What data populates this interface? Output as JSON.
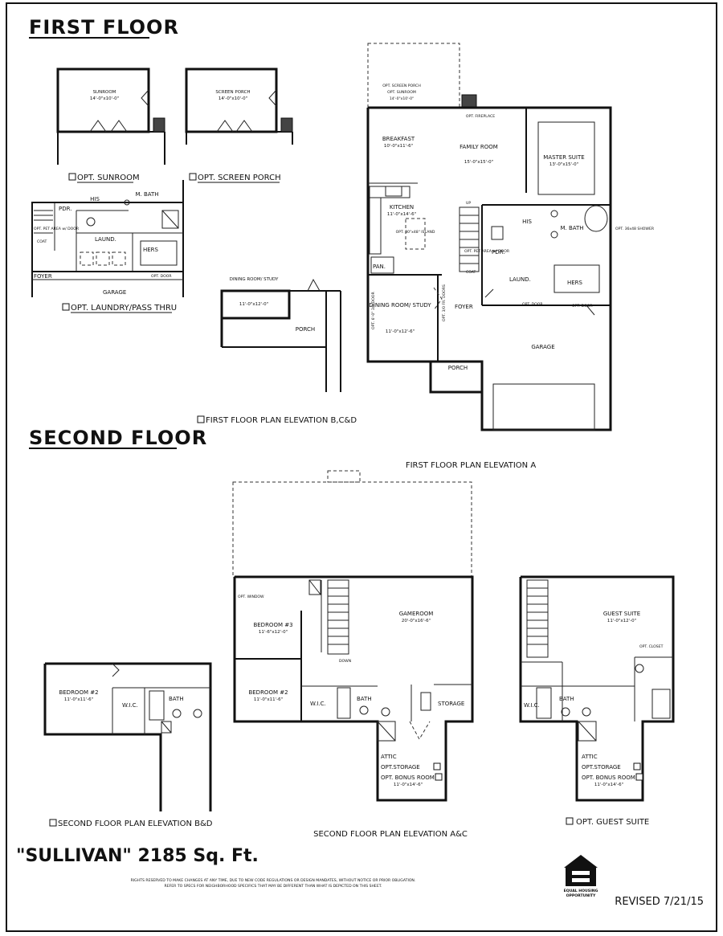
{
  "headers": {
    "first_floor": "FIRST FLOOR",
    "second_floor": "SECOND FLOOR"
  },
  "plan_name": "\"SULLIVAN\" 2185 Sq. Ft.",
  "revised": "REVISED 7/21/15",
  "disclaimer_1": "RIGHTS RESERVED TO MAKE CHANGES AT ANY TIME, DUE TO NEW CODE REGULATIONS OR DESIGN MANDATES, WITHOUT NOTICE OR PRIOR OBLIGATION.",
  "disclaimer_2": "REFER TO SPECS FOR NEIGHBORHOOD SPECIFICS THAT MAY BE DIFFERENT THAN WHAT IS DEPICTED ON THIS SHEET.",
  "logo_text_1": "EQUAL HOUSING",
  "logo_text_2": "OPPORTUNITY",
  "captions": {
    "opt_sunroom": "OPT. SUNROOM",
    "opt_screen_porch": "OPT. SCREEN PORCH",
    "opt_laundry": "OPT. LAUNDRY/PASS THRU",
    "elev_bcd": "FIRST FLOOR PLAN ELEVATION B,C&D",
    "elev_a": "FIRST FLOOR PLAN ELEVATION A",
    "second_bd": "SECOND FLOOR PLAN ELEVATION B&D",
    "second_ac": "SECOND FLOOR PLAN ELEVATION A&C",
    "opt_guest": "OPT. GUEST SUITE"
  },
  "rooms": {
    "sunroom": "SUNROOM",
    "sunroom_dim": "14'-0\"x10'-0\"",
    "screen_porch": "SCREEN PORCH",
    "screen_porch_dim": "14'-0\"x10'-0\"",
    "his": "HIS",
    "m_bath": "M. BATH",
    "pdr": "PDR.",
    "laundry": "LAUND.",
    "hers": "HERS",
    "foyer": "FOYER",
    "garage": "GARAGE",
    "opt_door": "OPT. DOOR",
    "opt_pet_area": "OPT. PET AREA w/ DOOR",
    "coat": "COAT",
    "dining_study": "DINING ROOM/ STUDY",
    "dining_study_dim": "11'-0\"x12'-0\"",
    "porch": "PORCH",
    "opt_screen_porch": "OPT. SCREEN PORCH",
    "opt_sunroom": "OPT. SUNROOM",
    "opt_sunroom_dim": "14'-0\"x10'-0\"",
    "opt_fireplace": "OPT. FIREPLACE",
    "breakfast": "BREAKFAST",
    "breakfast_dim": "10'-0\"x11'-6\"",
    "family_room": "FAMILY ROOM",
    "family_room_dim": "15'-0\"x15'-0\"",
    "master_suite": "MASTER SUITE",
    "master_suite_dim": "13'-0\"x15'-0\"",
    "kitchen": "KITCHEN",
    "kitchen_dim": "11'-0\"x14'-6\"",
    "opt_island": "OPT. 30\"x48\" ISLAND",
    "pan": "PAN.",
    "up": "UP",
    "opt_shower": "OPT. 36x48 SHOWER",
    "dining_study_2": "DINING ROOM/ STUDY",
    "dining_study_2_dim": "11'-0\"x12'-6\"",
    "opt_6_0_door": "OPT. 6'-0\" 3/0 DOOR",
    "opt_3_0_door": "OPT. 3/0 FR. DOORS",
    "porch_2": "PORCH",
    "garage_2": "GARAGE",
    "foyer_2": "FOYER",
    "bedroom2": "BEDROOM #2",
    "bedroom2_dim": "11'-0\"x11'-6\"",
    "wic": "W.I.C.",
    "bath": "BATH",
    "bedroom3": "BEDROOM #3",
    "bedroom3_dim": "11'-6\"x12'-0\"",
    "opt_window": "OPT. WINDOW",
    "gameroom": "GAMEROOM",
    "gameroom_dim": "20'-0\"x16'-6\"",
    "down": "DOWN",
    "storage": "STORAGE",
    "attic": "ATTIC",
    "opt_storage": "OPT.STORAGE",
    "opt_bonus": "OPT. BONUS ROOM",
    "bonus_dim": "11'-0\"x14'-6\"",
    "guest_suite": "GUEST SUITE",
    "guest_suite_dim": "11'-0\"x12'-0\"",
    "opt_closet": "OPT. CLOSET"
  }
}
